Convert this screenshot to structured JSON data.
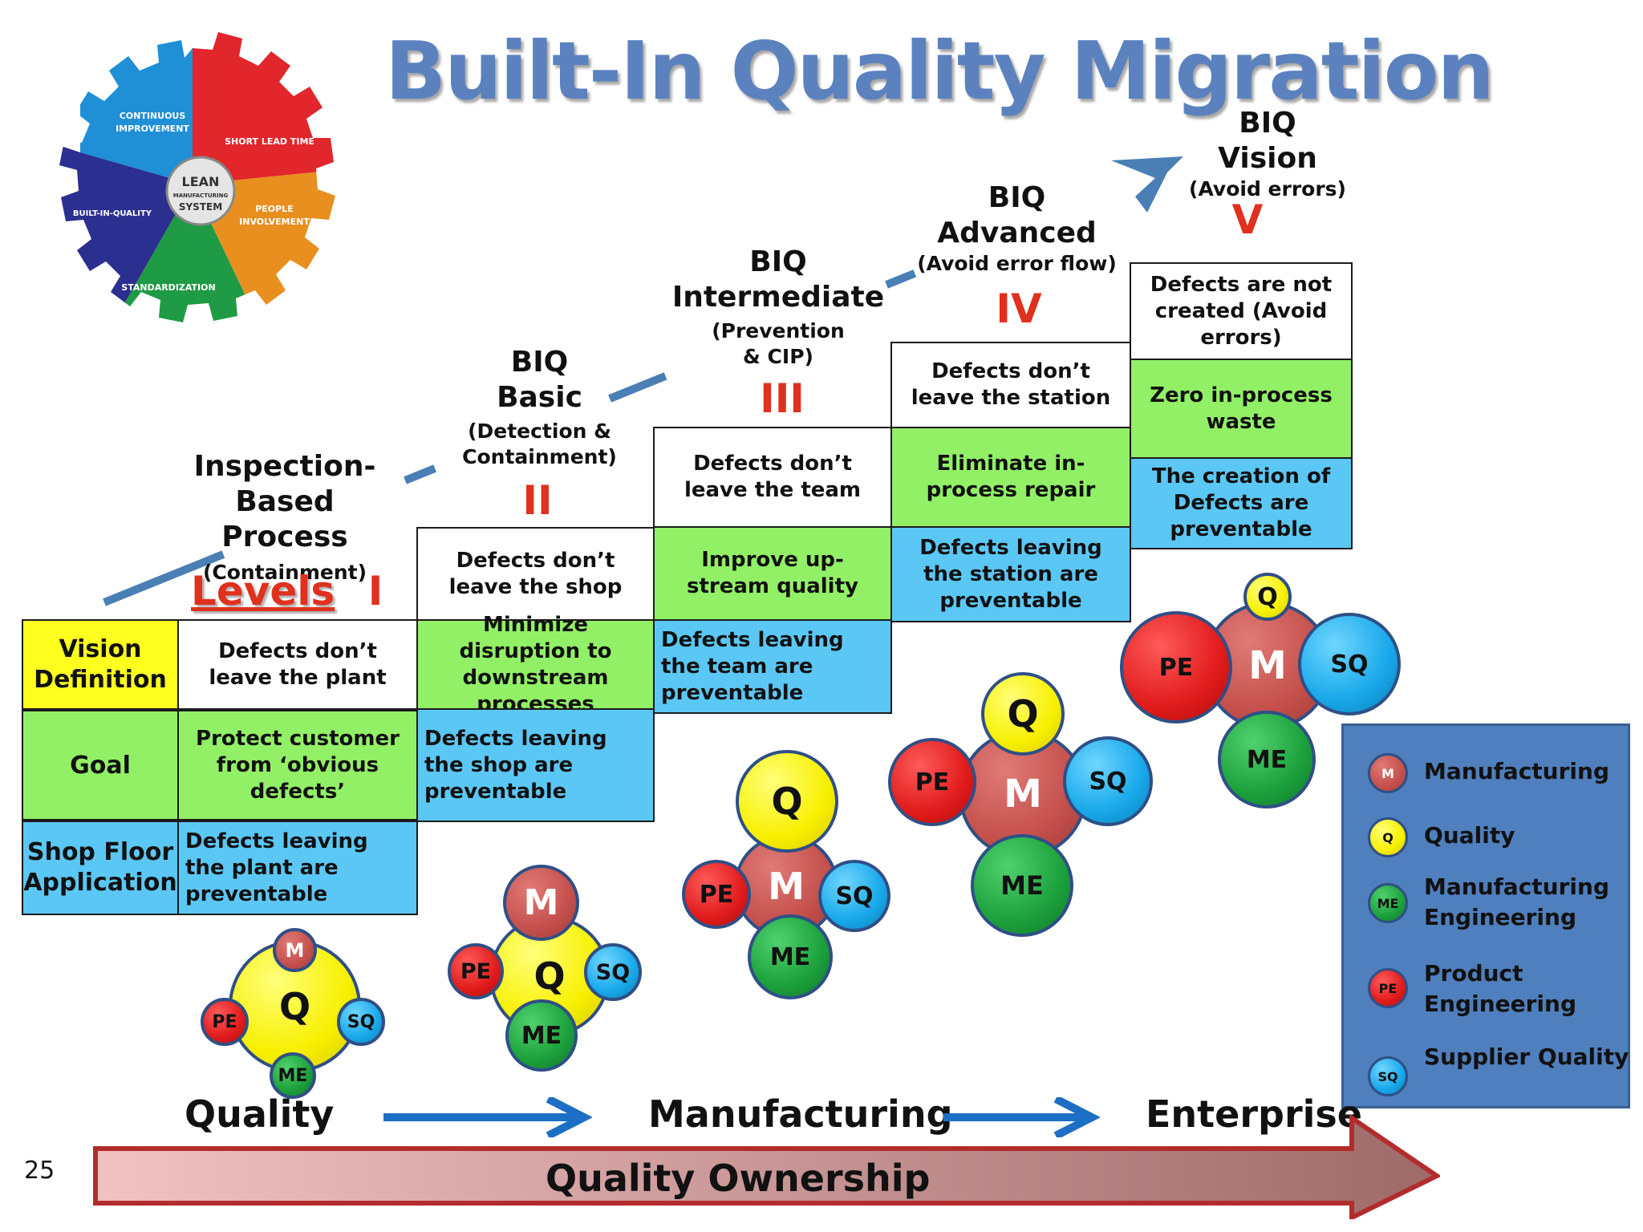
{
  "title": "Built-In Quality Migration",
  "gear": {
    "segments": [
      "CONTINUOUS IMPROVEMENT",
      "SHORT LEAD TIME",
      "PEOPLE INVOLVEMENT",
      "STANDARDIZATION",
      "BUILT-IN-QUALITY"
    ],
    "center": [
      "LEAN",
      "MANUFACTURING",
      "SYSTEM"
    ]
  },
  "stages": [
    {
      "name1": "Inspection-",
      "name2": "Based Process",
      "sub": "(Containment)",
      "roman": "I",
      "levels_label": "Levels"
    },
    {
      "name1": "BIQ",
      "name2": "Basic",
      "sub": "(Detection & Containment)",
      "roman": "II"
    },
    {
      "name1": "BIQ",
      "name2": "Intermediate",
      "sub": "(Prevention & CIP)",
      "roman": "III"
    },
    {
      "name1": "BIQ",
      "name2": "Advanced",
      "sub": "(Avoid error flow)",
      "roman": "IV"
    },
    {
      "name1": "BIQ",
      "name2": "Vision",
      "sub": "(Avoid errors)",
      "roman": "V"
    }
  ],
  "rows": {
    "vision": "Vision Definition",
    "goal": "Goal",
    "shop": "Shop Floor Application"
  },
  "cells": {
    "l1_vision": "Defects don’t leave the plant",
    "l1_goal": "Protect customer from ‘obvious defects’",
    "l1_shop": "Defects leaving the plant are preventable",
    "l2_vision": "Defects don’t leave the shop",
    "l2_goal": "Minimize disruption to downstream processes",
    "l2_shop": "Defects leaving the shop are preventable",
    "l3_vision": "Defects don’t leave the team",
    "l3_goal": "Improve up-stream quality",
    "l3_shop": "Defects leaving the team are preventable",
    "l4_vision": "Defects don’t leave the station",
    "l4_goal": "Eliminate in-process repair",
    "l4_shop": "Defects leaving the station are preventable",
    "l5_vision": "Defects are not created (Avoid errors)",
    "l5_goal": "Zero in-process waste",
    "l5_shop": "The creation of Defects are preventable"
  },
  "circle_labels": {
    "m": "M",
    "q": "Q",
    "me": "ME",
    "pe": "PE",
    "sq": "SQ"
  },
  "legend": [
    {
      "abbr": "M",
      "label": "Manufacturing"
    },
    {
      "abbr": "Q",
      "label": "Quality"
    },
    {
      "abbr": "ME",
      "label": "Manufacturing Engineering"
    },
    {
      "abbr": "PE",
      "label": "Product Engineering"
    },
    {
      "abbr": "SQ",
      "label": "Supplier Quality"
    }
  ],
  "flow": [
    "Quality",
    "Manufacturing",
    "Enterprise"
  ],
  "ownership": "Quality Ownership",
  "page_number": "25",
  "colors": {
    "title": "#5b82be",
    "green": "#92f066",
    "blue": "#5bc7f5",
    "yellow": "#ffff1f",
    "roman": "#e0301e",
    "manufacturing": "#c4504c",
    "quality": "#f7f000",
    "manufacturing_engineering": "#1ca03c",
    "product_engineering": "#e01b1b",
    "supplier_quality": "#18a8ea"
  }
}
